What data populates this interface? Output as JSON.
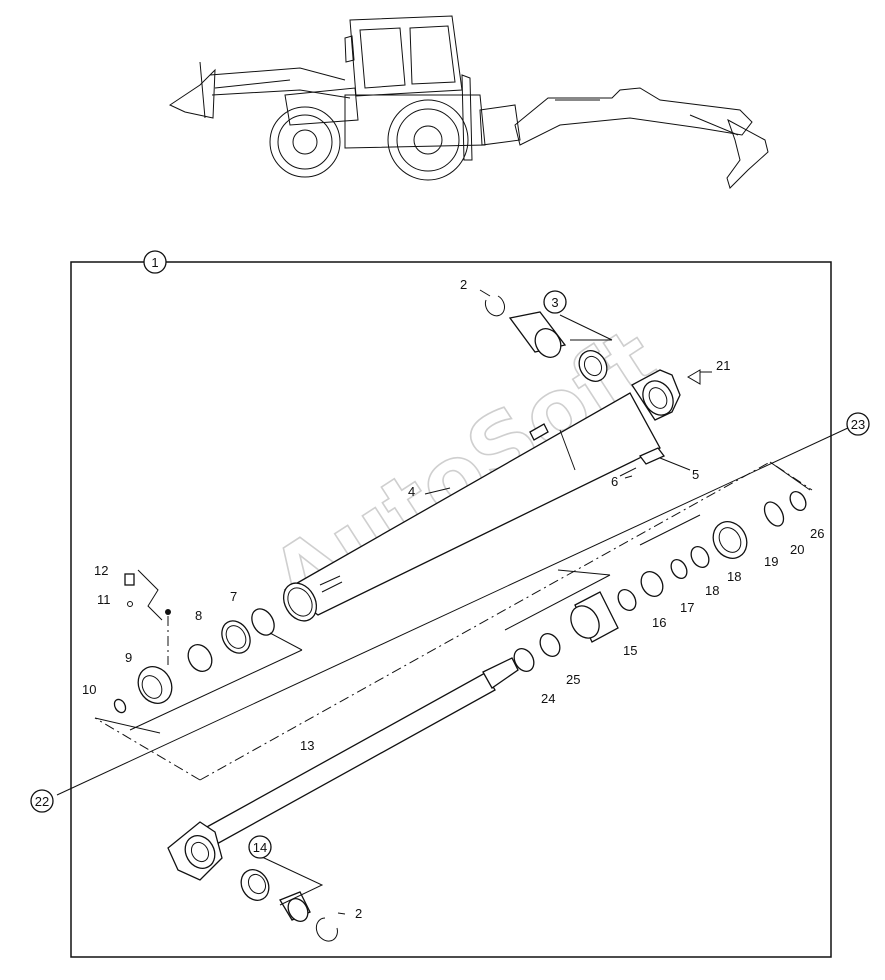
{
  "watermark": "AutoSoft",
  "callouts": {
    "c1": "1",
    "c2a": "2",
    "c2b": "2",
    "c3": "3",
    "c4": "4",
    "c5": "5",
    "c6": "6",
    "c7": "7",
    "c8": "8",
    "c9": "9",
    "c10": "10",
    "c11": "11",
    "c12": "12",
    "c13": "13",
    "c14": "14",
    "c15": "15",
    "c16": "16",
    "c17": "17",
    "c18a": "18",
    "c18b": "18",
    "c19": "19",
    "c20": "20",
    "c21": "21",
    "c22": "22",
    "c23": "23",
    "c24": "24",
    "c25": "25",
    "c26": "26"
  }
}
